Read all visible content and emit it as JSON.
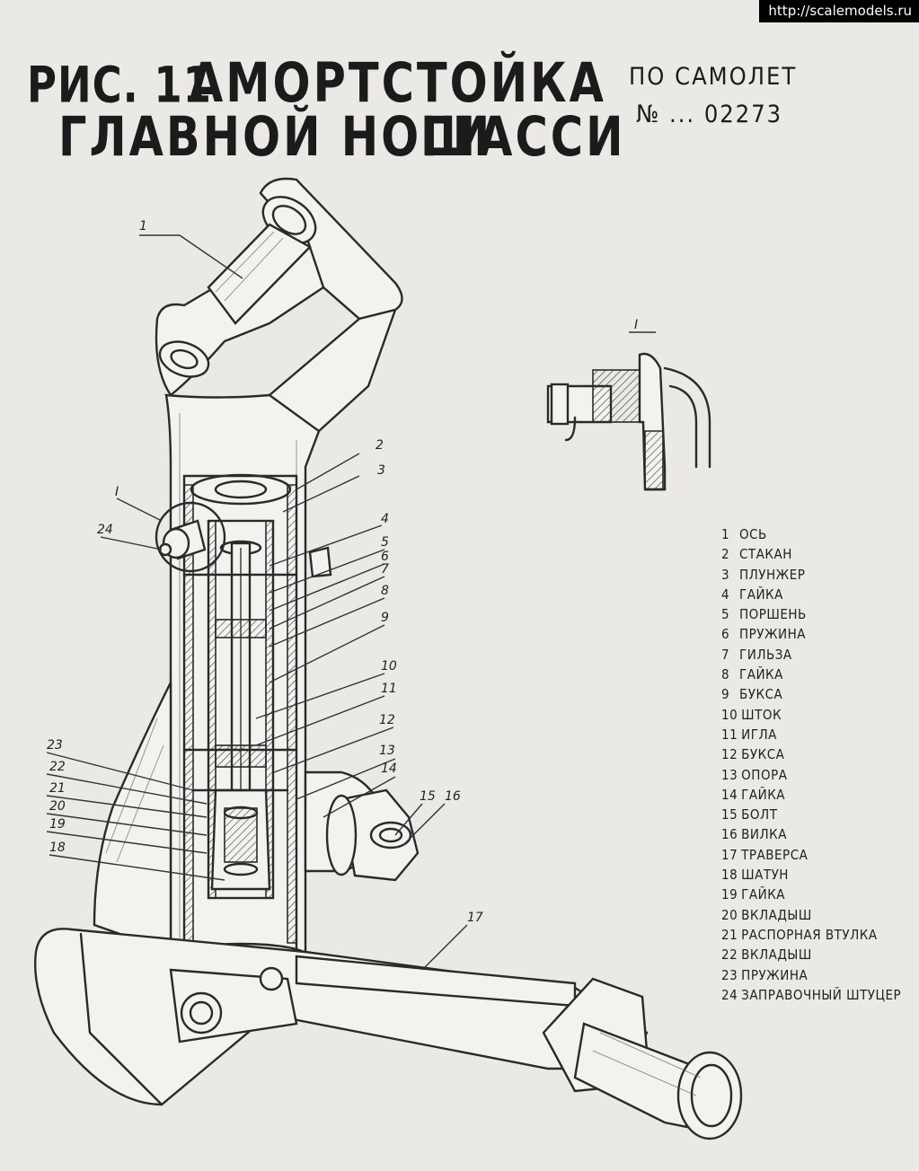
{
  "watermark": "http://scalemodels.ru",
  "title": {
    "fig": "РИС. 11",
    "line1": "АМОРТСТОЙКА",
    "line2a": "ГЛАВНОЙ НОГИ",
    "line2b": "ШАССИ"
  },
  "aircraft": {
    "line1": "ПО САМОЛЕТ",
    "line2": "№ ... 02273"
  },
  "detail_label": "I",
  "callouts": {
    "c1": "1",
    "c2": "2",
    "c3": "3",
    "c4": "4",
    "c5": "5",
    "c6": "6",
    "c7": "7",
    "c8": "8",
    "c9": "9",
    "c10": "10",
    "c11": "11",
    "c12": "12",
    "c13": "13",
    "c14": "14",
    "c15": "15",
    "c16": "16",
    "c17": "17",
    "c18": "18",
    "c19": "19",
    "c20": "20",
    "c21": "21",
    "c22": "22",
    "c23": "23",
    "c24": "24",
    "cI": "I"
  },
  "legend": [
    {
      "num": "1",
      "label": "ОСЬ"
    },
    {
      "num": "2",
      "label": "СТАКАН"
    },
    {
      "num": "3",
      "label": "ПЛУНЖЕР"
    },
    {
      "num": "4",
      "label": "ГАЙКА"
    },
    {
      "num": "5",
      "label": "ПОРШЕНЬ"
    },
    {
      "num": "6",
      "label": "ПРУЖИНА"
    },
    {
      "num": "7",
      "label": "ГИЛЬЗА"
    },
    {
      "num": "8",
      "label": "ГАЙКА"
    },
    {
      "num": "9",
      "label": "БУКСА"
    },
    {
      "num": "10",
      "label": "ШТОК"
    },
    {
      "num": "11",
      "label": "ИГЛА"
    },
    {
      "num": "12",
      "label": "БУКСА"
    },
    {
      "num": "13",
      "label": "ОПОРА"
    },
    {
      "num": "14",
      "label": "ГАЙКА"
    },
    {
      "num": "15",
      "label": "БОЛТ"
    },
    {
      "num": "16",
      "label": "ВИЛКА"
    },
    {
      "num": "17",
      "label": "ТРАВЕРСА"
    },
    {
      "num": "18",
      "label": "ШАТУН"
    },
    {
      "num": "19",
      "label": "ГАЙКА"
    },
    {
      "num": "20",
      "label": "ВКЛАДЫШ"
    },
    {
      "num": "21",
      "label": "РАСПОРНАЯ ВТУЛКА"
    },
    {
      "num": "22",
      "label": "ВКЛАДЫШ"
    },
    {
      "num": "23",
      "label": "ПРУЖИНА"
    },
    {
      "num": "24",
      "label": "ЗАПРАВОЧНЫЙ ШТУЦЕР"
    }
  ]
}
